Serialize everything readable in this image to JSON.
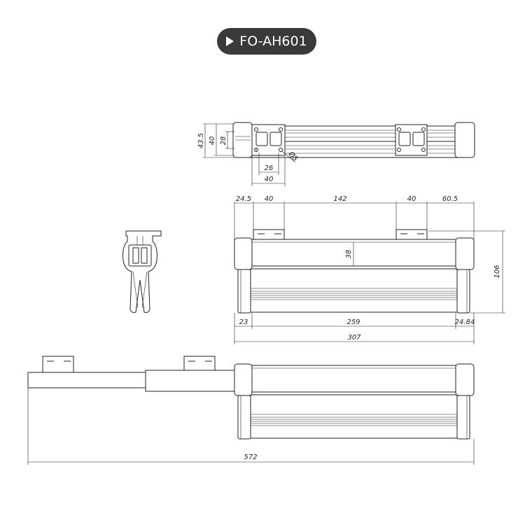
{
  "title": "FO-AH601",
  "top_view": {
    "dims": {
      "h_outer": "43.5",
      "h_mid": "40",
      "h_inner": "28",
      "w_inner": "26",
      "w_outer": "40",
      "hole": "Ø5"
    }
  },
  "front_view": {
    "dims": {
      "a": "24.5",
      "b": "40",
      "c": "142",
      "d": "40",
      "e": "60.5",
      "height": "106",
      "inner": "38",
      "left": "23",
      "middle": "259",
      "right": "24.84",
      "total": "307"
    }
  },
  "extended_view": {
    "dims": {
      "total": "572"
    }
  }
}
